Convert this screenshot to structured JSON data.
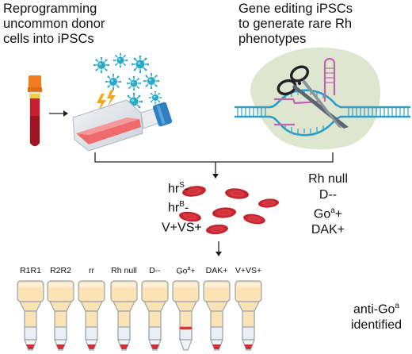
{
  "left_title": [
    "Reprogramming",
    "uncommon donor",
    "cells into iPSCs"
  ],
  "right_title": [
    "Gene editing iPSCs",
    "to generate rare Rh",
    "phenotypes"
  ],
  "left_phenotypes": [
    {
      "base": "hr",
      "sup": "S",
      "suffix": "-"
    },
    {
      "base": "hr",
      "sup": "B",
      "suffix": "-"
    },
    {
      "base": "V+VS+",
      "sup": "",
      "suffix": ""
    }
  ],
  "right_phenotypes": [
    {
      "base": "Rh null",
      "sup": "",
      "suffix": ""
    },
    {
      "base": "D--",
      "sup": "",
      "suffix": ""
    },
    {
      "base": "Go",
      "sup": "a",
      "suffix": "+"
    },
    {
      "base": "DAK+",
      "sup": "",
      "suffix": ""
    }
  ],
  "tubes": [
    {
      "base": "R1R1",
      "sup": "",
      "suffix": "",
      "reactive": false
    },
    {
      "base": "R2R2",
      "sup": "",
      "suffix": "",
      "reactive": false
    },
    {
      "base": "rr",
      "sup": "",
      "suffix": "",
      "reactive": false
    },
    {
      "base": "Rh null",
      "sup": "",
      "suffix": "",
      "reactive": false
    },
    {
      "base": "D--",
      "sup": "",
      "suffix": "",
      "reactive": false
    },
    {
      "base": "Go",
      "sup": "a",
      "suffix": "+",
      "reactive": true
    },
    {
      "base": "DAK+",
      "sup": "",
      "suffix": "",
      "reactive": false
    },
    {
      "base": "V+VS+",
      "sup": "",
      "suffix": "",
      "reactive": false
    }
  ],
  "result_label": {
    "line1_base": "anti-Go",
    "line1_sup": "a",
    "line2": "identified"
  },
  "colors": {
    "blood_red": "#d32f3a",
    "tube_fill": "#fbe3b6",
    "tube_border": "#9aa5ad",
    "virus": "#2aa9c6",
    "dna": "#2b9fc9",
    "nucleus_bg": "#dfe6cf",
    "agglutination_band": "#e0352b"
  }
}
